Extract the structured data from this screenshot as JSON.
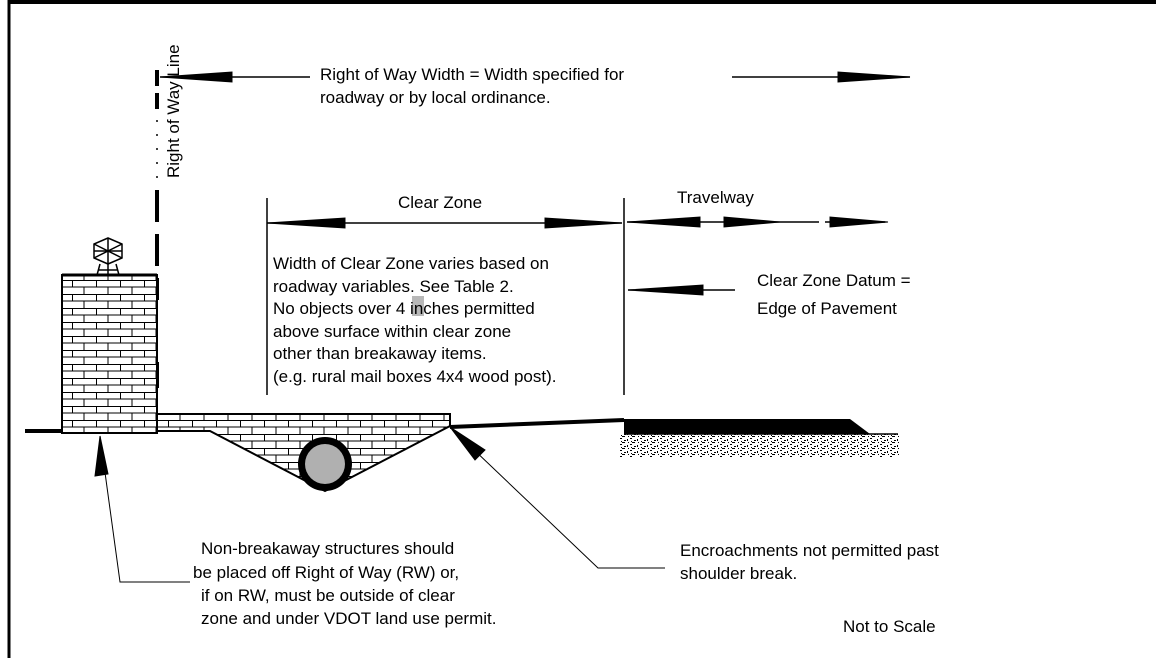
{
  "labels": {
    "row_line": "Right of Way Line",
    "row_width_1": "Right of Way Width = Width specified for",
    "row_width_2": "roadway or by local ordinance.",
    "clear_zone": "Clear Zone",
    "travelway": "Travelway",
    "datum_1": "Clear Zone Datum =",
    "datum_2": "Edge of  Pavement",
    "cz_note_1": "Width of Clear Zone varies based on",
    "cz_note_2": "roadway variables. See Table 2.",
    "cz_note_3_pre": "No objects over ",
    "cz_note_3_num": "4",
    "cz_note_3_post": " inches permitted",
    "cz_note_4": "above surface within clear zone",
    "cz_note_5": "other than breakaway items.",
    "cz_note_6": "(e.g. rural mail boxes 4x4 wood post).",
    "nb_1": "Non-breakaway structures should",
    "nb_2": "be placed off Right of Way (RW) or,",
    "nb_3": " if on RW, must be outside of clear",
    "nb_4": "zone and under VDOT land use permit.",
    "enc_1": "Encroachments not permitted past",
    "enc_2": "shoulder break.",
    "scale": "Not to Scale"
  },
  "colors": {
    "ink": "#000000",
    "highlight": "#b8b8b8",
    "background": "#ffffff"
  }
}
